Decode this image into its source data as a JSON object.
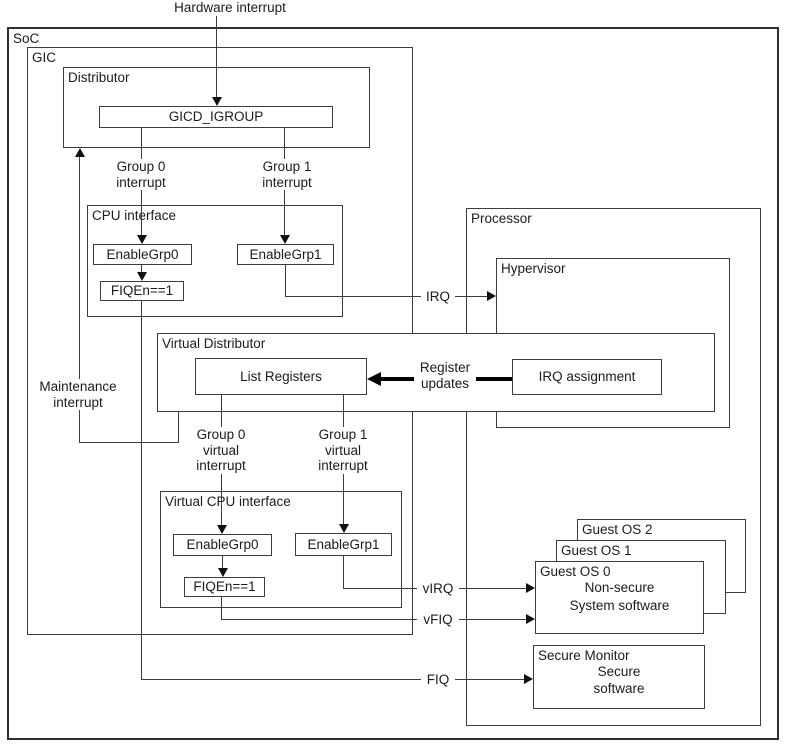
{
  "containers": {
    "soc": "SoC",
    "gic": "GIC",
    "distributor": "Distributor",
    "cpu_interface": "CPU interface",
    "processor": "Processor",
    "hypervisor": "Hypervisor",
    "virtual_distributor": "Virtual Distributor",
    "virtual_cpu_interface": "Virtual CPU interface"
  },
  "registers": {
    "gicd_igroup": "GICD_IGROUP",
    "list_registers": "List Registers",
    "irq_assignment": "IRQ assignment",
    "enable_grp0": "EnableGrp0",
    "enable_grp1": "EnableGrp1",
    "fiq_en": "FIQEn==1"
  },
  "signals": {
    "hardware_interrupt": "Hardware interrupt",
    "group0_interrupt": [
      "Group 0",
      "interrupt"
    ],
    "group1_interrupt": [
      "Group 1",
      "interrupt"
    ],
    "group0_virtual_interrupt": [
      "Group 0",
      "virtual",
      "interrupt"
    ],
    "group1_virtual_interrupt": [
      "Group 1",
      "virtual",
      "interrupt"
    ],
    "maintenance_interrupt": [
      "Maintenance",
      "interrupt"
    ],
    "register_updates": [
      "Register",
      "updates"
    ],
    "irq": "IRQ",
    "virq": "vIRQ",
    "vfiq": "vFIQ",
    "fiq": "FIQ"
  },
  "software": {
    "guest_os_2": "Guest OS 2",
    "guest_os_1": "Guest OS 1",
    "guest_os_0": "Guest OS 0",
    "guest_os_0_lines": [
      "Non-secure",
      "System software"
    ],
    "secure_monitor": "Secure Monitor",
    "secure_monitor_lines": [
      "Secure",
      "software"
    ]
  },
  "colors": {
    "line": "#3d3d3d",
    "text": "#1c1c1c",
    "thick_arrow": "#000000",
    "background": "#ffffff"
  }
}
